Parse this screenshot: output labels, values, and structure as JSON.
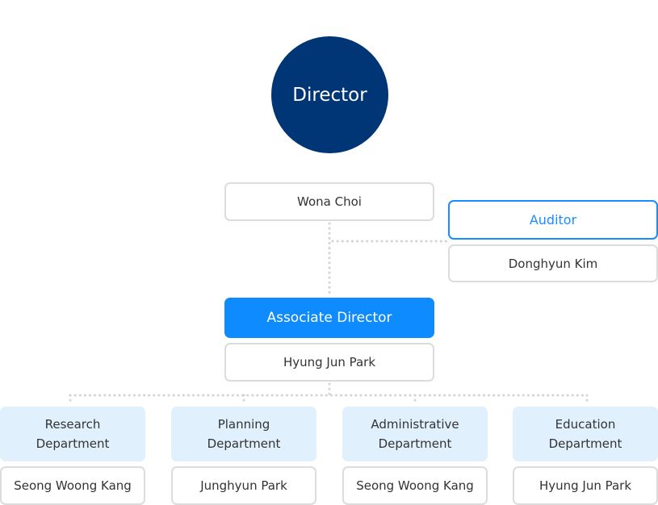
{
  "director": {
    "title": "Director",
    "name": "Wona Choi"
  },
  "auditor": {
    "title": "Auditor",
    "name": "Donghyun Kim"
  },
  "associate_director": {
    "title": "Associate Director",
    "name": "Hyung Jun Park"
  },
  "departments": [
    {
      "line1": "Research",
      "line2": "Department",
      "head": "Seong Woong Kang"
    },
    {
      "line1": "Planning",
      "line2": "Department",
      "head": "Junghyun Park"
    },
    {
      "line1": "Administrative",
      "line2": "Department",
      "head": "Seong Woong Kang"
    },
    {
      "line1": "Education",
      "line2": "Department",
      "head": "Hyung Jun Park"
    }
  ],
  "colors": {
    "director_circle": "#003576",
    "auditor_accent": "#1a8cff",
    "associate_fill": "#0d8bff",
    "department_fill": "#e0f0fc",
    "connector": "#d4d4d4",
    "box_border": "#dcdcdc"
  }
}
